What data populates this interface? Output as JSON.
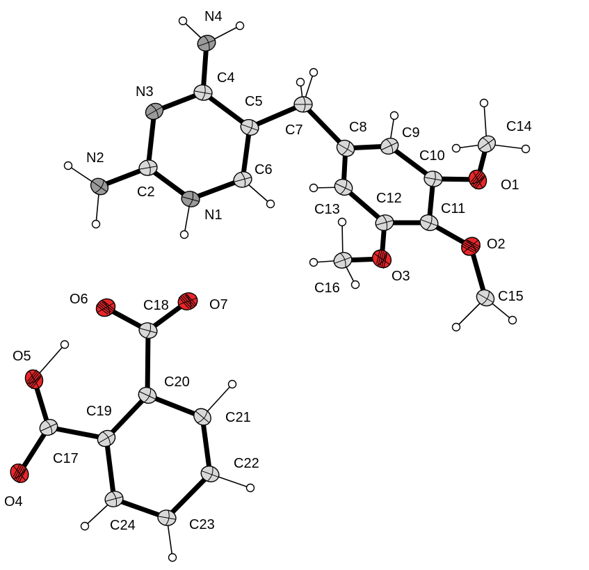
{
  "colors": {
    "carbon": "#d8d8d8",
    "nitrogen": "#9a9a9a",
    "oxygen": "#e8262a",
    "hydrogen": "#ffffff"
  },
  "atoms": [
    {
      "id": "N4",
      "label": "N4",
      "type": "N"
    },
    {
      "id": "C4",
      "label": "C4",
      "type": "C"
    },
    {
      "id": "N3",
      "label": "N3",
      "type": "N"
    },
    {
      "id": "C5",
      "label": "C5",
      "type": "C"
    },
    {
      "id": "C7",
      "label": "C7",
      "type": "C"
    },
    {
      "id": "N2",
      "label": "N2",
      "type": "N"
    },
    {
      "id": "C2",
      "label": "C2",
      "type": "C"
    },
    {
      "id": "N1",
      "label": "N1",
      "type": "N"
    },
    {
      "id": "C6",
      "label": "C6",
      "type": "C"
    },
    {
      "id": "C8",
      "label": "C8",
      "type": "C"
    },
    {
      "id": "C9",
      "label": "C9",
      "type": "C"
    },
    {
      "id": "C10",
      "label": "C10",
      "type": "C"
    },
    {
      "id": "C14",
      "label": "C14",
      "type": "C"
    },
    {
      "id": "O1",
      "label": "O1",
      "type": "O"
    },
    {
      "id": "C13",
      "label": "C13",
      "type": "C"
    },
    {
      "id": "C12",
      "label": "C12",
      "type": "C"
    },
    {
      "id": "C11",
      "label": "C11",
      "type": "C"
    },
    {
      "id": "O2",
      "label": "O2",
      "type": "O"
    },
    {
      "id": "O3",
      "label": "O3",
      "type": "O"
    },
    {
      "id": "C16",
      "label": "C16",
      "type": "C"
    },
    {
      "id": "C15",
      "label": "C15",
      "type": "C"
    },
    {
      "id": "O6",
      "label": "O6",
      "type": "O"
    },
    {
      "id": "C18",
      "label": "C18",
      "type": "C"
    },
    {
      "id": "O7",
      "label": "O7",
      "type": "O"
    },
    {
      "id": "O5",
      "label": "O5",
      "type": "O"
    },
    {
      "id": "C20",
      "label": "C20",
      "type": "C"
    },
    {
      "id": "C19",
      "label": "C19",
      "type": "C"
    },
    {
      "id": "C21",
      "label": "C21",
      "type": "C"
    },
    {
      "id": "C17",
      "label": "C17",
      "type": "C"
    },
    {
      "id": "C22",
      "label": "C22",
      "type": "C"
    },
    {
      "id": "O4",
      "label": "O4",
      "type": "O"
    },
    {
      "id": "C24",
      "label": "C24",
      "type": "C"
    },
    {
      "id": "C23",
      "label": "C23",
      "type": "C"
    }
  ],
  "bonds": [
    [
      "N4",
      "C4"
    ],
    [
      "C4",
      "N3"
    ],
    [
      "C4",
      "C5"
    ],
    [
      "N3",
      "C2"
    ],
    [
      "C2",
      "N2"
    ],
    [
      "C2",
      "N1"
    ],
    [
      "N1",
      "C6"
    ],
    [
      "C6",
      "C5"
    ],
    [
      "C5",
      "C7"
    ],
    [
      "C7",
      "C8"
    ],
    [
      "C8",
      "C9"
    ],
    [
      "C8",
      "C13"
    ],
    [
      "C9",
      "C10"
    ],
    [
      "C10",
      "C11"
    ],
    [
      "C10",
      "O1"
    ],
    [
      "O1",
      "C14"
    ],
    [
      "C11",
      "C12"
    ],
    [
      "C12",
      "C13"
    ],
    [
      "C11",
      "O2"
    ],
    [
      "O2",
      "C15"
    ],
    [
      "C12",
      "O3"
    ],
    [
      "O3",
      "C16"
    ],
    [
      "C18",
      "O6"
    ],
    [
      "C18",
      "O7"
    ],
    [
      "C18",
      "C20"
    ],
    [
      "C20",
      "C19"
    ],
    [
      "C20",
      "C21"
    ],
    [
      "C21",
      "C22"
    ],
    [
      "C22",
      "C23"
    ],
    [
      "C23",
      "C24"
    ],
    [
      "C24",
      "C19"
    ],
    [
      "C19",
      "C17"
    ],
    [
      "C17",
      "O4"
    ],
    [
      "C17",
      "O5"
    ]
  ]
}
